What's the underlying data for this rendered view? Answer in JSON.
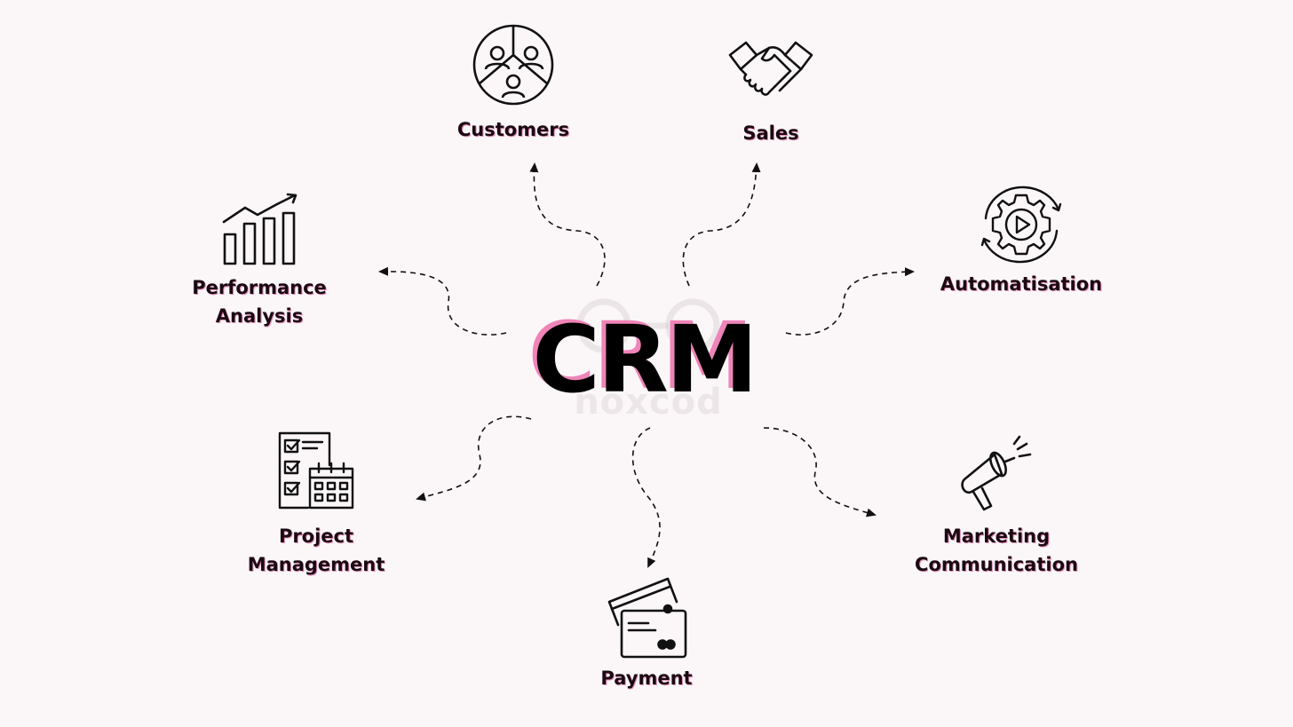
{
  "center": {
    "title": "CRM",
    "watermark": "noxcod"
  },
  "colors": {
    "background": "#fbf6f7",
    "text": "#1a0a12",
    "accent_shadow": "#ef84b8"
  },
  "nodes": {
    "customers": {
      "label": "Customers",
      "icon": "customer-segments-icon"
    },
    "sales": {
      "label": "Sales",
      "icon": "handshake-icon"
    },
    "automation": {
      "label": "Automatisation",
      "icon": "gear-cycle-icon"
    },
    "performance": {
      "label_line1": "Performance",
      "label_line2": "Analysis",
      "icon": "bar-chart-trend-icon"
    },
    "project": {
      "label_line1": "Project",
      "label_line2": "Management",
      "icon": "checklist-calendar-icon"
    },
    "payment": {
      "label": "Payment",
      "icon": "credit-cards-icon"
    },
    "marketing": {
      "label_line1": "Marketing",
      "label_line2": "Communication",
      "icon": "megaphone-icon"
    }
  }
}
